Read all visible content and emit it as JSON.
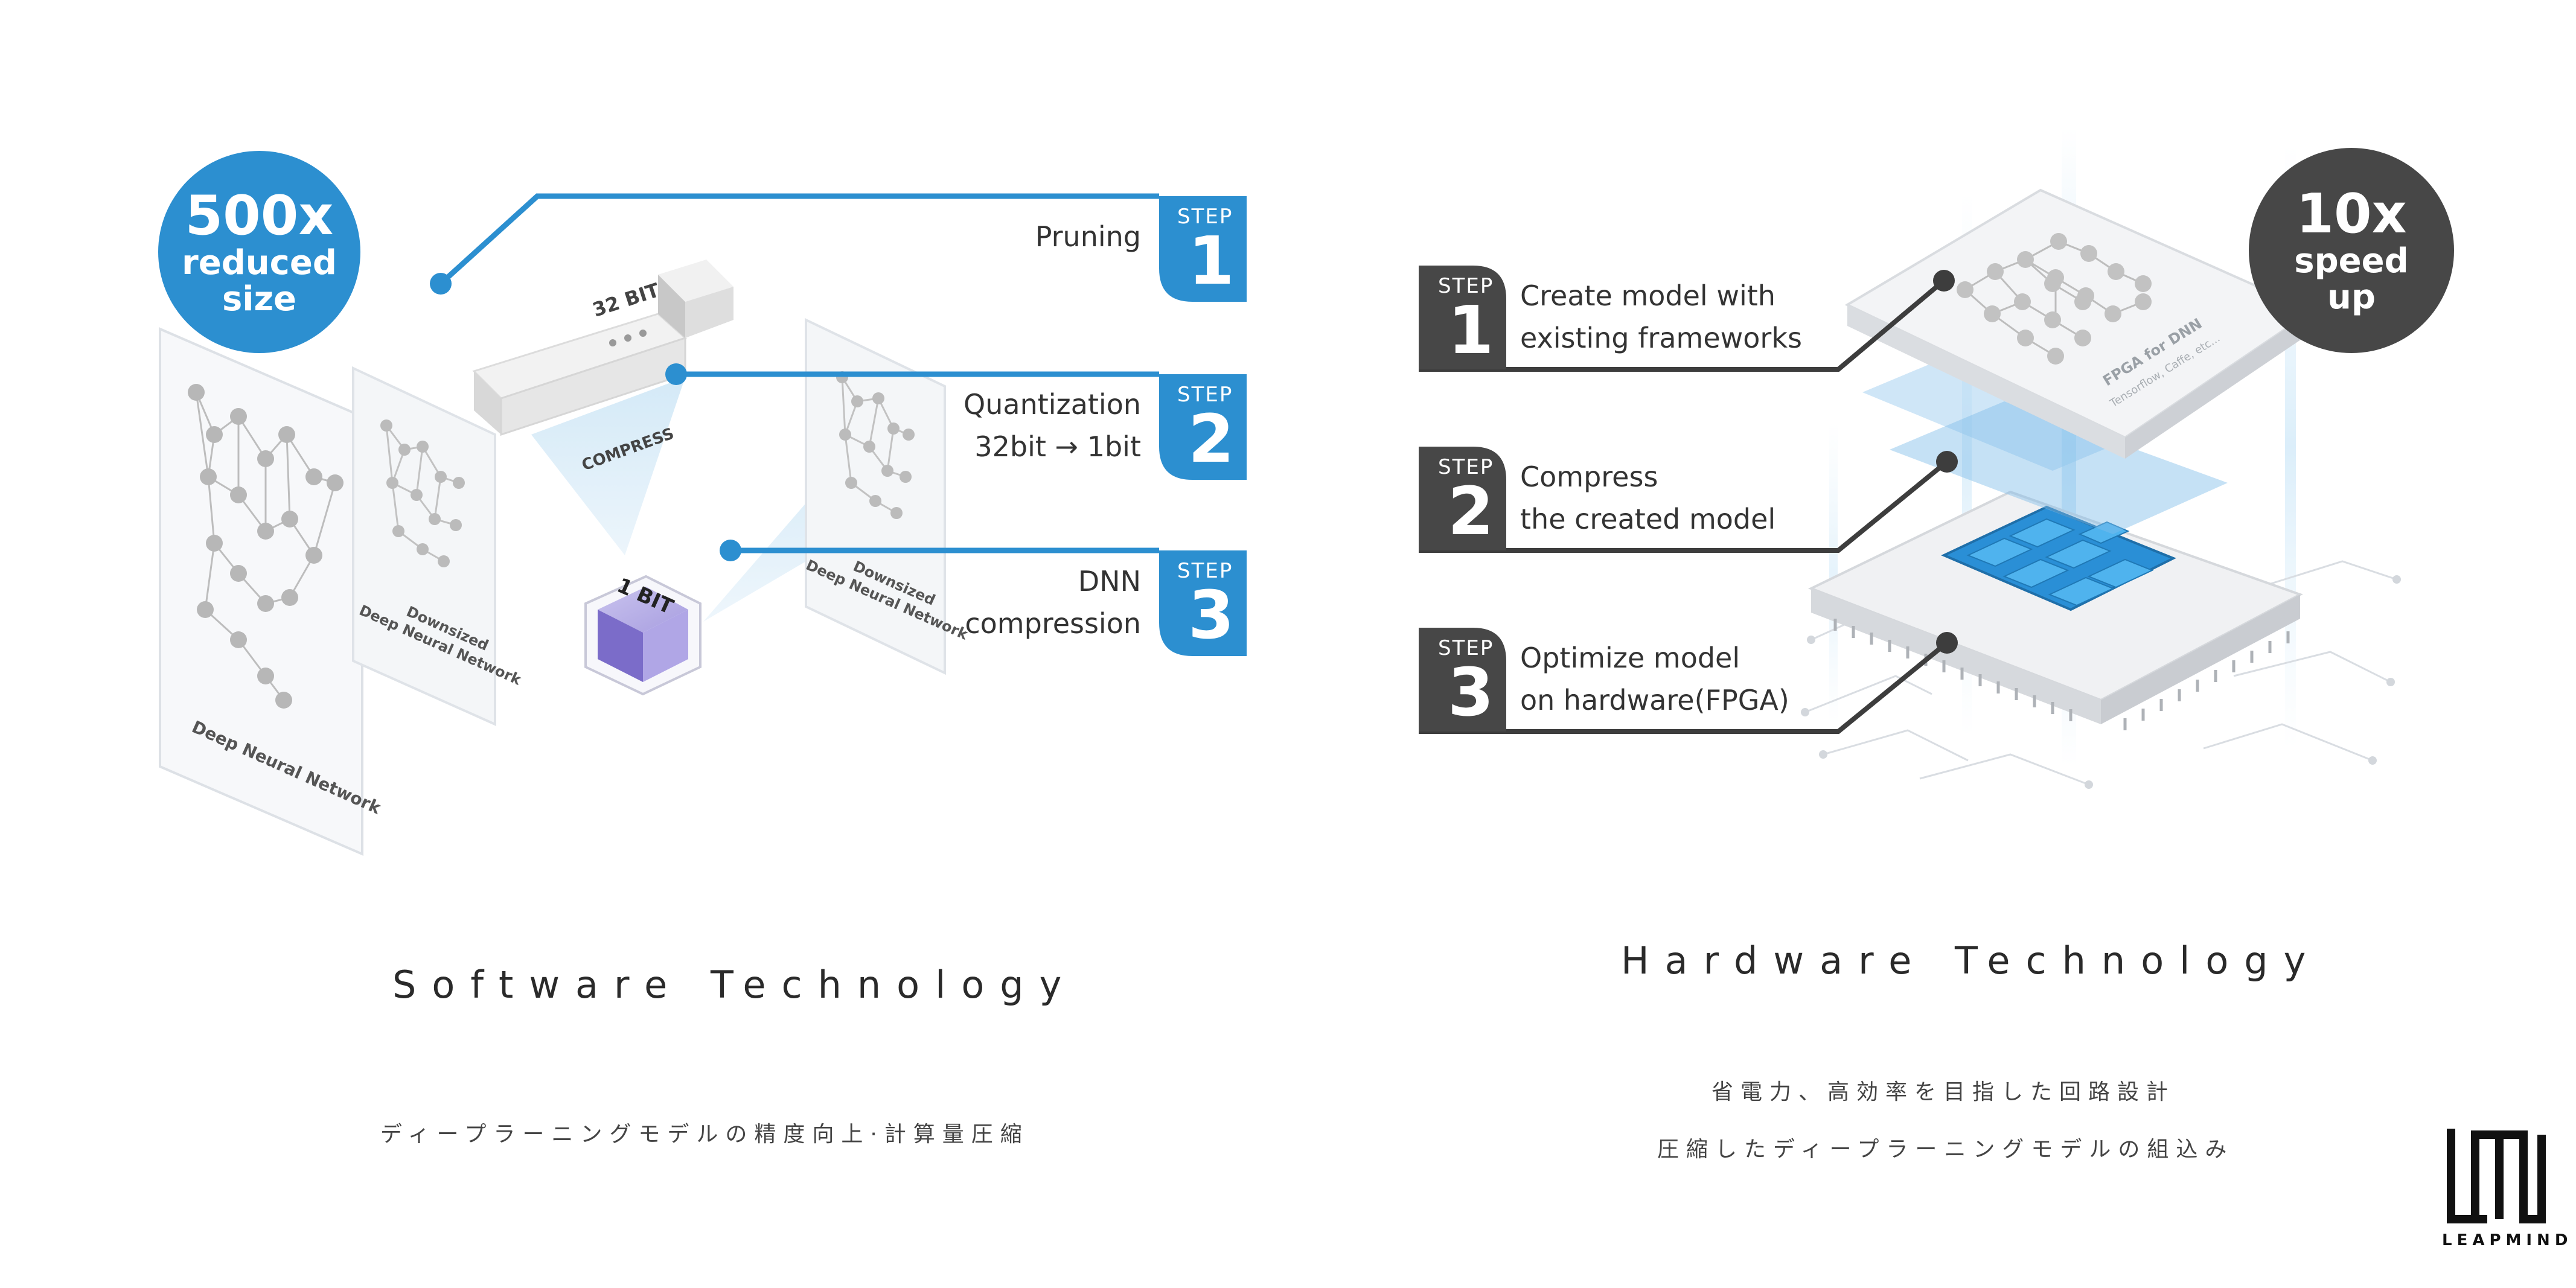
{
  "colors": {
    "blue": "#2c8fd0",
    "dark": "#474747",
    "line_dark": "#3d3d3d"
  },
  "software": {
    "badge": {
      "big": "500x",
      "line1": "reduced",
      "line2": "size"
    },
    "labels": {
      "bit32": "32 BIT",
      "compress": "COMPRESS",
      "bit1": "1 BIT",
      "downsized_line1": "Downsized",
      "downsized_line2": "Deep Neural Network",
      "deep_nn": "Deep Neural Network"
    },
    "steps": [
      {
        "step_label": "STEP",
        "number": "1",
        "line1": "Pruning",
        "line2": ""
      },
      {
        "step_label": "STEP",
        "number": "2",
        "line1": "Quantization",
        "line2": "32bit → 1bit"
      },
      {
        "step_label": "STEP",
        "number": "3",
        "line1": "DNN",
        "line2": "compression"
      }
    ],
    "title": "Software Technology",
    "subtitle": "ディープラーニングモデルの精度向上·計算量圧縮"
  },
  "hardware": {
    "badge": {
      "big": "10x",
      "line1": "speed",
      "line2": "up"
    },
    "chip_label": "FPGA for DNN",
    "chip_sublabel": "Tensorflow, Caffe, etc...",
    "steps": [
      {
        "step_label": "STEP",
        "number": "1",
        "line1": "Create model with",
        "line2": "existing frameworks"
      },
      {
        "step_label": "STEP",
        "number": "2",
        "line1": "Compress",
        "line2": "the created model"
      },
      {
        "step_label": "STEP",
        "number": "3",
        "line1": "Optimize model",
        "line2": "on hardware(FPGA)"
      }
    ],
    "title": "Hardware Technology",
    "subtitle_line1": "省電力、高効率を目指した回路設計",
    "subtitle_line2": "圧縮したディープラーニングモデルの組込み"
  },
  "logo": {
    "name": "LEAPMIND"
  }
}
